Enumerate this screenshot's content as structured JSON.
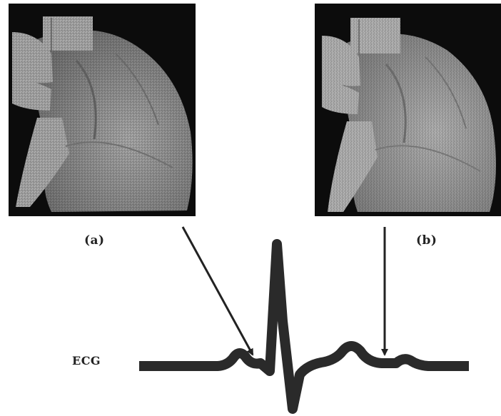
{
  "figure": {
    "panels": [
      {
        "id": "a",
        "caption": "(a)"
      },
      {
        "id": "b",
        "caption": "(b)"
      }
    ],
    "ecg_label": "ECG"
  }
}
